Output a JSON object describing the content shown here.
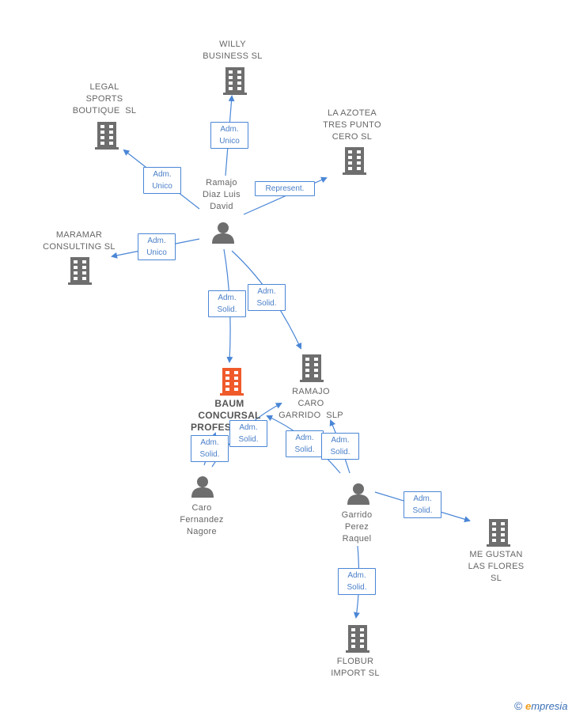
{
  "colors": {
    "building": "#6e6e6e",
    "building_focus": "#f05a2a",
    "person": "#6e6e6e",
    "edge": "#4a86d6"
  },
  "nodes": {
    "willy": {
      "lines": [
        "WILLY",
        "BUSINESS SL"
      ],
      "icon": "building-icon"
    },
    "legal": {
      "lines": [
        "LEGAL",
        "SPORTS",
        "BOUTIQUE  SL"
      ],
      "icon": "building-icon"
    },
    "azotea": {
      "lines": [
        "LA AZOTEA",
        "TRES PUNTO",
        "CERO SL"
      ],
      "icon": "building-icon"
    },
    "ramajo_david": {
      "lines": [
        "Ramajo",
        "Diaz Luis",
        "David"
      ],
      "icon": "person-icon"
    },
    "maramar": {
      "lines": [
        "MARAMAR",
        "CONSULTING SL"
      ],
      "icon": "building-icon"
    },
    "baum": {
      "lines": [
        "BAUM",
        "CONCURSAL",
        "PROFES"
      ],
      "icon": "building-icon"
    },
    "ramajo_caro": {
      "lines": [
        "RAMAJO",
        "CARO",
        "GARRIDO  SLP"
      ],
      "icon": "building-icon"
    },
    "caro": {
      "lines": [
        "Caro",
        "Fernandez",
        "Nagore"
      ],
      "icon": "person-icon"
    },
    "garrido": {
      "lines": [
        "Garrido",
        "Perez",
        "Raquel"
      ],
      "icon": "person-icon"
    },
    "megustan": {
      "lines": [
        "ME GUSTAN",
        "LAS FLORES",
        "SL"
      ],
      "icon": "building-icon"
    },
    "flobur": {
      "lines": [
        "FLOBUR",
        "IMPORT SL"
      ],
      "icon": "building-icon"
    }
  },
  "relations": {
    "r1": {
      "lines": [
        "Adm.",
        "Unico"
      ]
    },
    "r2": {
      "lines": [
        "Adm.",
        "Unico"
      ]
    },
    "r3": {
      "lines": [
        "Represent."
      ]
    },
    "r4": {
      "lines": [
        "Adm.",
        "Unico"
      ]
    },
    "r5": {
      "lines": [
        "Adm.",
        "Solid."
      ]
    },
    "r6": {
      "lines": [
        "Adm.",
        "Solid."
      ]
    },
    "r7": {
      "lines": [
        "Adm.",
        "Solid."
      ]
    },
    "r8": {
      "lines": [
        "Adm.",
        "Solid."
      ]
    },
    "r9": {
      "lines": [
        "Adm.",
        "Solid."
      ]
    },
    "r10": {
      "lines": [
        "Adm.",
        "Solid."
      ]
    },
    "r11": {
      "lines": [
        "Adm.",
        "Solid."
      ]
    },
    "r12": {
      "lines": [
        "Adm.",
        "Solid."
      ]
    }
  },
  "brand": {
    "symbol": "©",
    "initial": "e",
    "rest": "mpresia"
  }
}
